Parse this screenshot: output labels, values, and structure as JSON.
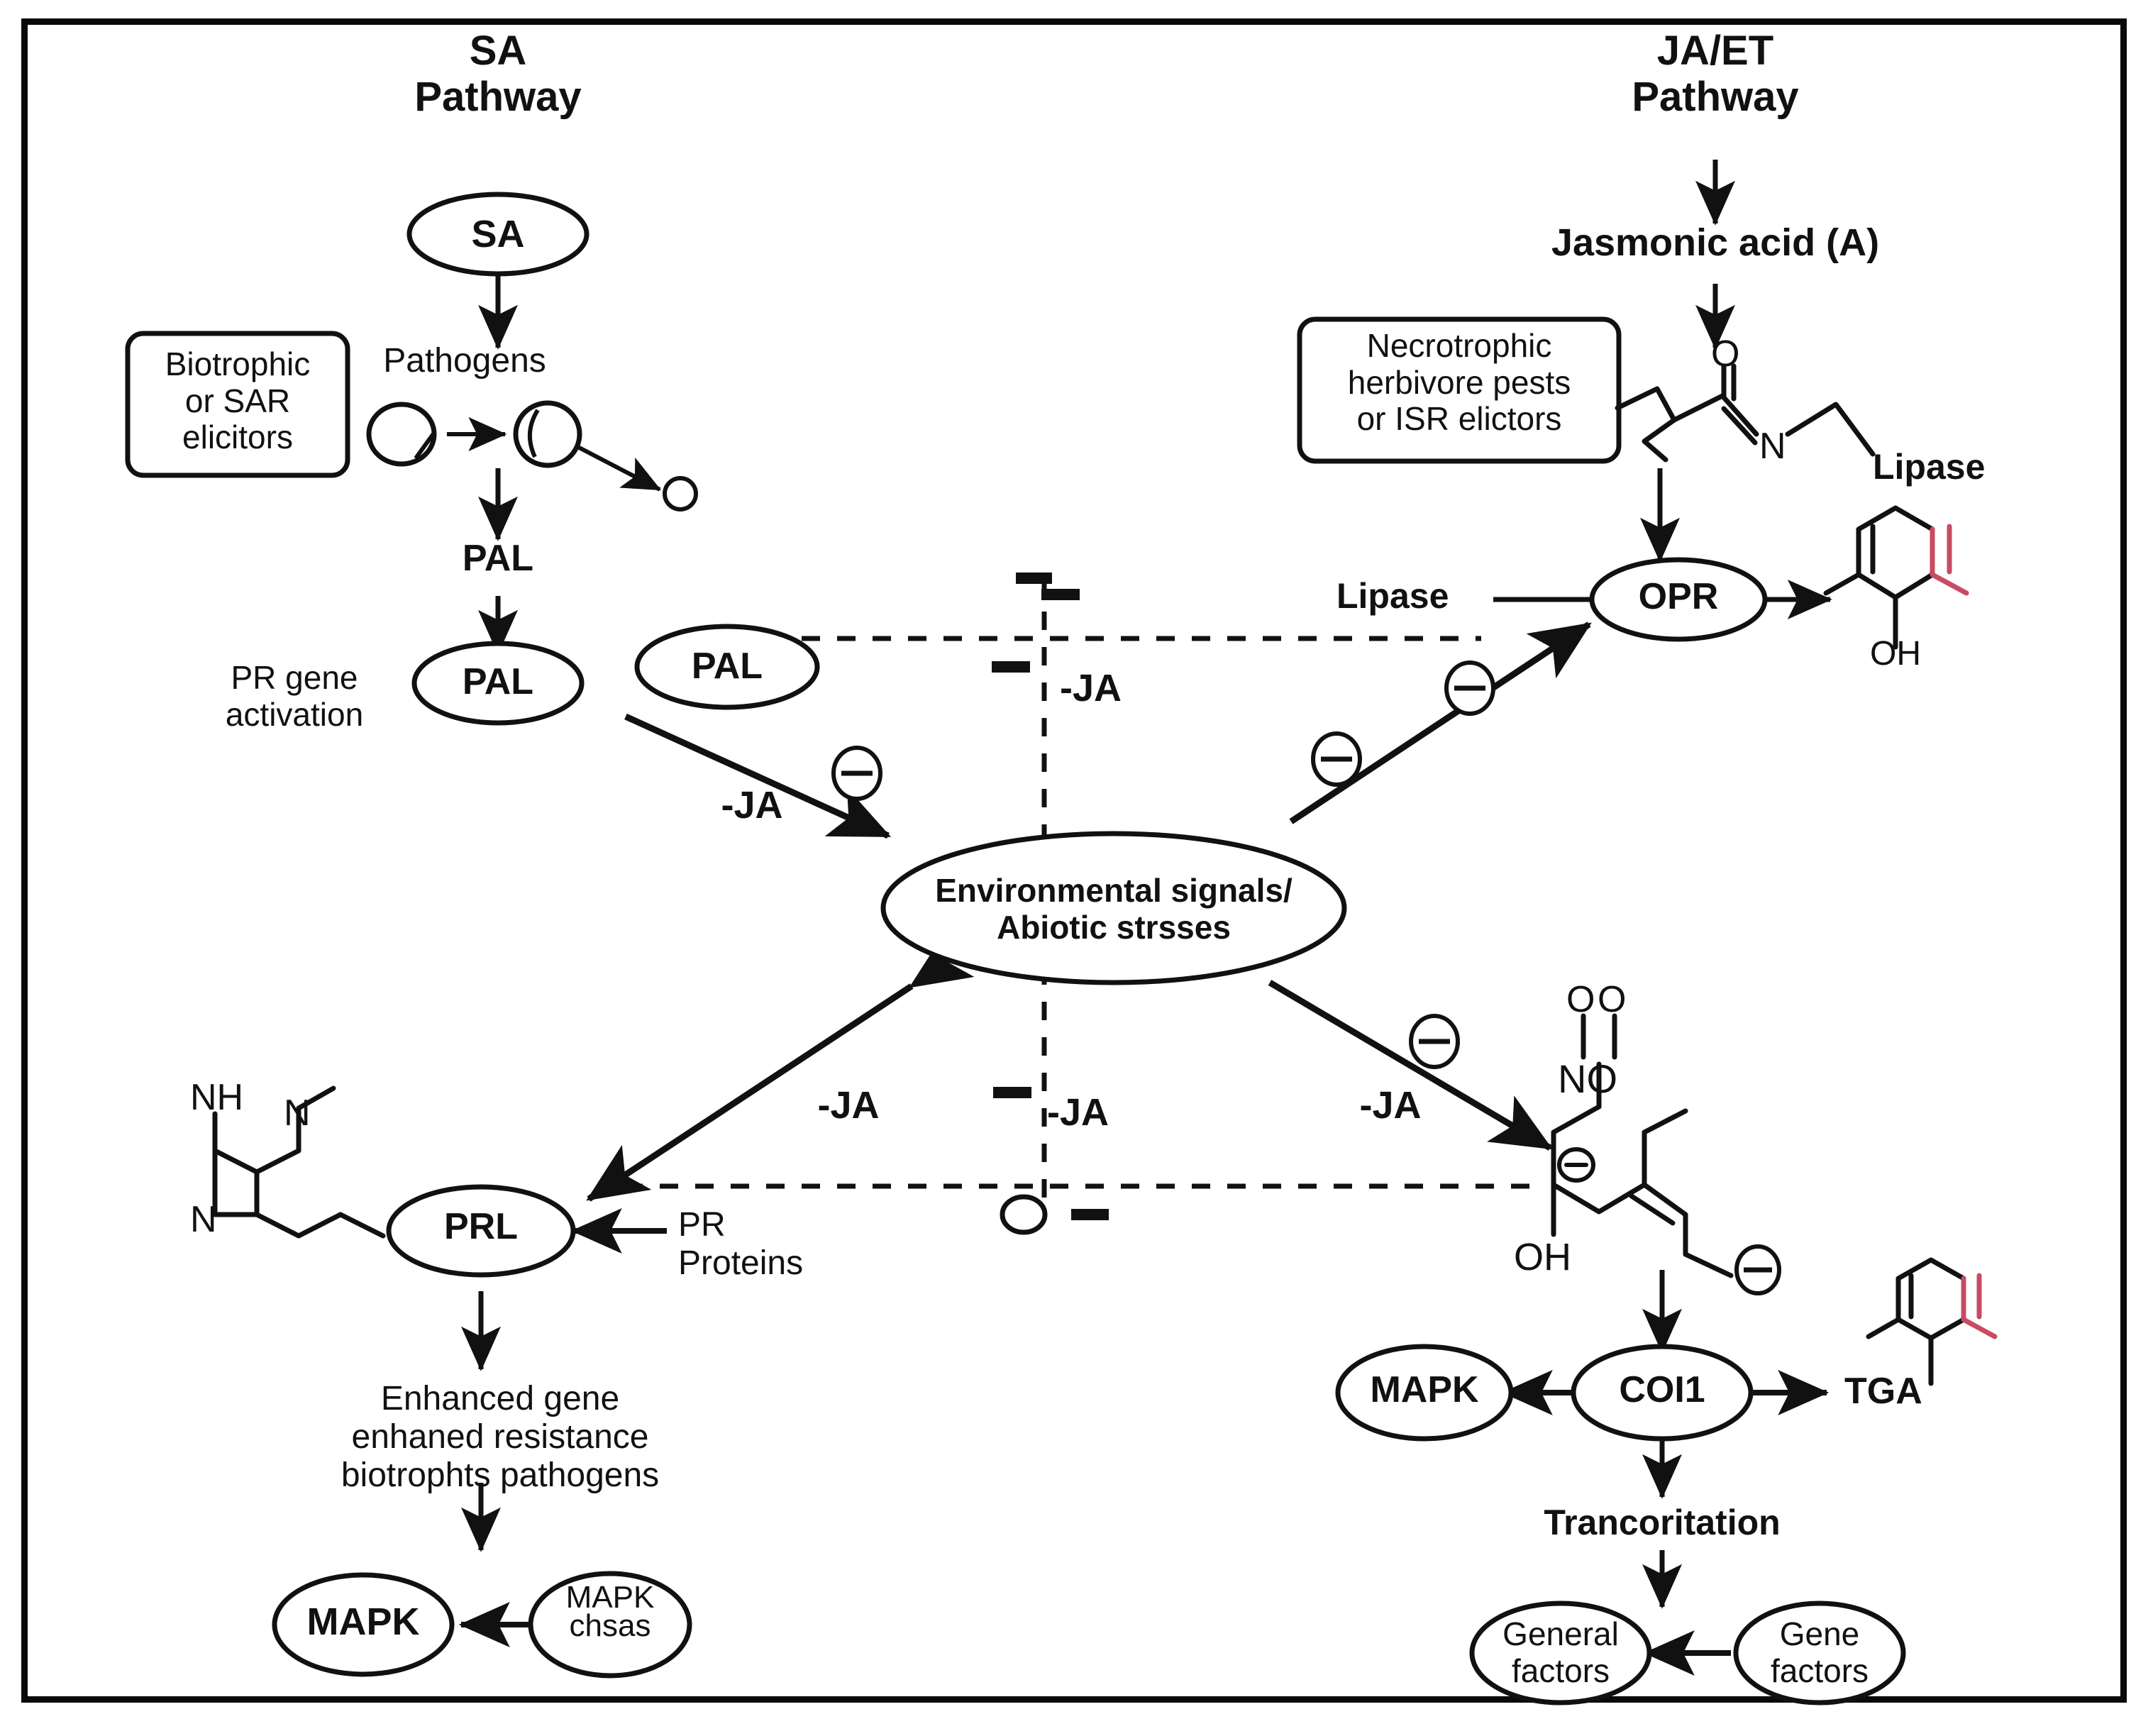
{
  "diagram": {
    "title_left": "SA\nPathway",
    "title_right": "JA/ET\nPathway",
    "border_color": "#0a0a0a",
    "ink_color": "#111111",
    "accent_color": "#c94b63"
  },
  "nodes": {
    "sa_pathway_title": "SA\nPathway",
    "sa_ellipse": "SA",
    "biotrophic_box": "Biotrophic\nor SAR\nelicitors",
    "pathogens": "Pathogens",
    "pal_text": "PAL",
    "pal_ellipse_1": "PAL",
    "pal_ellipse_2": "PAL",
    "pr_gene_activation": "PR gene\nactivation",
    "ja_et_title": "JA/ET\nPathway",
    "jasmonic_acid": "Jasmonic acid (A)",
    "necrotrophic_box": "Necrotrophic\nherbivore pests\nor ISR elictors",
    "lipase_structure_label": "Lipase",
    "lipase_left_label": "Lipase",
    "opr_ellipse": "OPR",
    "opr_product_oh": "OH",
    "central_ellipse": "Environmental signals/\nAbiotic strsses",
    "prl_ellipse": "PRL",
    "pr_proteins": "PR\nProteins",
    "enhanced_gene": "Enhanced gene\nenhaned resistance\nbiotrophts pathogens",
    "mapk_left": "MAPK",
    "mapk_chsas": "MAPK\nchsas",
    "mapk_right": "MAPK",
    "coi1_ellipse": "COI1",
    "tga_label": "TGA",
    "trancoritation": "Trancoritation",
    "general_factors": "General\nfactors",
    "gene_factors": "Gene\nfactors",
    "struct_nh": "NH",
    "struct_n_top": "N",
    "struct_n_bottom": "N",
    "struct_no": "NO",
    "struct_o_left": "O",
    "struct_o_right": "O",
    "struct_oh": "OH",
    "jasmonate_o": "O",
    "jasmonate_n": "N"
  },
  "edge_labels": {
    "ja_left_diag": "-JA",
    "ja_center_top": "-JA",
    "ja_center_bottom": "-JA",
    "ja_lower_left": "-JA",
    "ja_lower_right": "-JA"
  },
  "symbols": {
    "inhibition_circle": "⊖",
    "minus_bar": "–"
  }
}
